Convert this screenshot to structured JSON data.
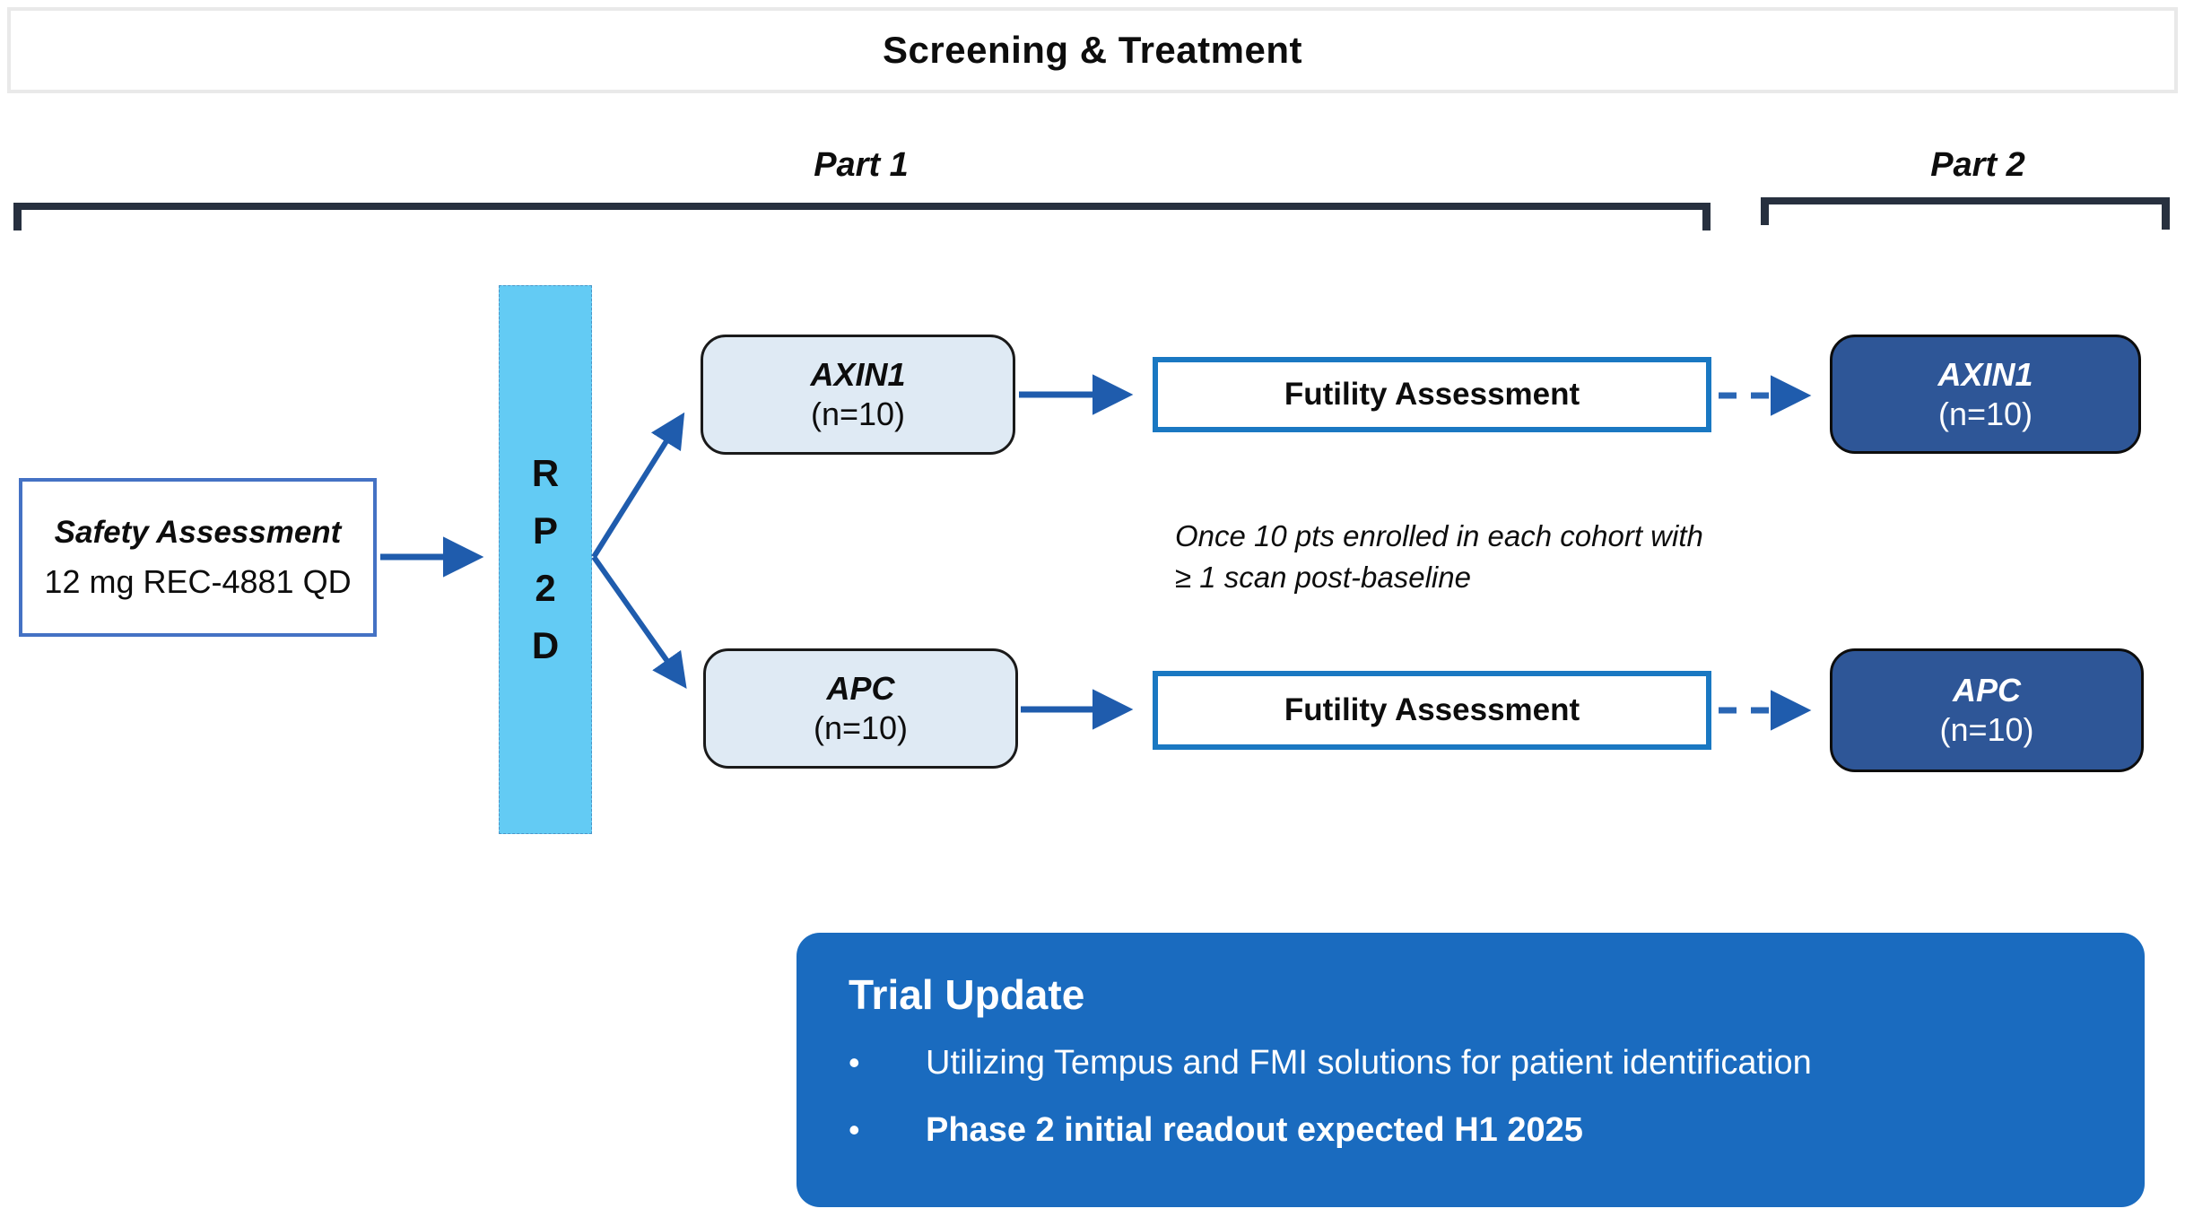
{
  "title": "Screening & Treatment",
  "parts": {
    "part1_label": "Part 1",
    "part2_label": "Part 2"
  },
  "safety_box": {
    "title": "Safety Assessment",
    "subtitle": "12 mg REC-4881 QD"
  },
  "rp2d": {
    "letters": [
      "R",
      "P",
      "2",
      "D"
    ]
  },
  "part1_cohorts": [
    {
      "name": "AXIN1",
      "n": "(n=10)"
    },
    {
      "name": "APC",
      "n": "(n=10)"
    }
  ],
  "futility": {
    "label": "Futility Assessment"
  },
  "note": {
    "line1": "Once 10 pts enrolled in each cohort with",
    "line2": "≥ 1 scan post-baseline"
  },
  "part2_cohorts": [
    {
      "name": "AXIN1",
      "n": "(n=10)"
    },
    {
      "name": "APC",
      "n": "(n=10)"
    }
  ],
  "trial_update": {
    "heading": "Trial Update",
    "bullet_char": "•",
    "bullets": [
      {
        "text": "Utilizing Tempus and FMI solutions for patient identification",
        "bold": false
      },
      {
        "text": "Phase 2 initial readout expected H1 2025",
        "bold": true
      }
    ]
  },
  "colors": {
    "arrow_blue": "#1f5cad",
    "futility_border": "#1a78c2",
    "safety_border": "#4472c4",
    "rp2d_fill": "#63cbf4",
    "cohort_light_fill": "#dfeaf4",
    "cohort_dark_fill": "#2e5697",
    "trial_panel_fill": "#1a6bbf",
    "bracket": "#27303f",
    "title_border": "#e9e9e9"
  }
}
